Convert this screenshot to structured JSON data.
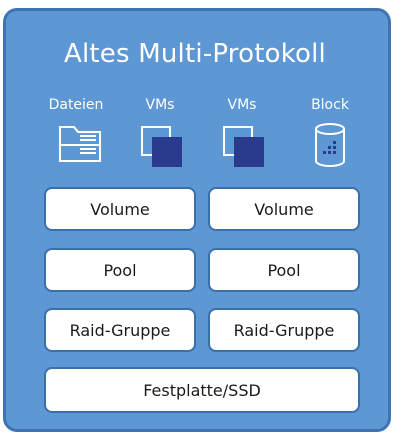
{
  "diagram": {
    "title": "Altes Multi-Protokoll",
    "icons": [
      {
        "label": "Dateien",
        "icon": "file-folder-icon"
      },
      {
        "label": "VMs",
        "icon": "vm-icon"
      },
      {
        "label": "VMs",
        "icon": "vm-icon"
      },
      {
        "label": "Block",
        "icon": "block-storage-icon"
      }
    ],
    "rows": {
      "volume": [
        "Volume",
        "Volume"
      ],
      "pool": [
        "Pool",
        "Pool"
      ],
      "raid": [
        "Raid-Gruppe",
        "Raid-Gruppe"
      ],
      "disk": "Festplatte/SSD"
    }
  },
  "colors": {
    "panel": "#5d97d4",
    "panel_border": "#3f74b3",
    "box_border": "#3b6fa8",
    "vm_square": "#2a3a8c"
  }
}
